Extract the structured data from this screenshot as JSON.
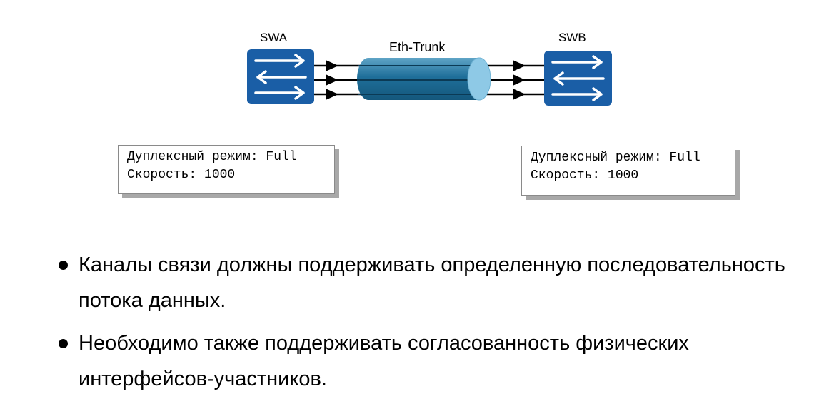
{
  "diagram": {
    "switch_a": {
      "label": "SWA",
      "icon": "switch-icon"
    },
    "switch_b": {
      "label": "SWB",
      "icon": "switch-icon"
    },
    "trunk": {
      "label": "Eth-Trunk"
    },
    "box_a": {
      "duplex": "Дуплексный режим: Full",
      "speed": "Скорость: 1000"
    },
    "box_b": {
      "duplex": "Дуплексный режим: Full",
      "speed": "Скорость: 1000"
    },
    "colors": {
      "switch": "#1a5ea6",
      "trunk": "#1f6f9a",
      "trunk_end": "#8ec9e6"
    }
  },
  "bullets": [
    "Каналы связи должны поддерживать определенную последовательность потока данных.",
    "Необходимо также поддерживать согласованность  физических интерфейсов-участников."
  ]
}
